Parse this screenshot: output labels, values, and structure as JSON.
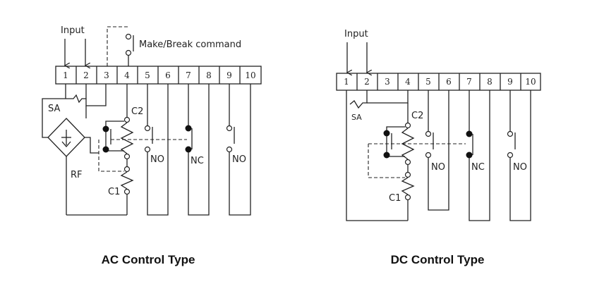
{
  "ac": {
    "input_label": "Input",
    "make_break_label": "Make/Break command",
    "terminals": [
      "1",
      "2",
      "3",
      "4",
      "5",
      "6",
      "7",
      "8",
      "9",
      "10"
    ],
    "sa_label": "SA",
    "rf_label": "RF",
    "c2_label": "C2",
    "c1_label": "C1",
    "no_label_1": "NO",
    "nc_label": "NC",
    "no_label_2": "NO",
    "caption": "AC Control Type"
  },
  "dc": {
    "input_label": "Input",
    "terminals": [
      "1",
      "2",
      "3",
      "4",
      "5",
      "6",
      "7",
      "8",
      "9",
      "10"
    ],
    "sa_label": "SA",
    "c2_label": "C2",
    "c1_label": "C1",
    "no_label_1": "NO",
    "nc_label": "NC",
    "no_label_2": "NO",
    "caption": "DC Control Type"
  }
}
